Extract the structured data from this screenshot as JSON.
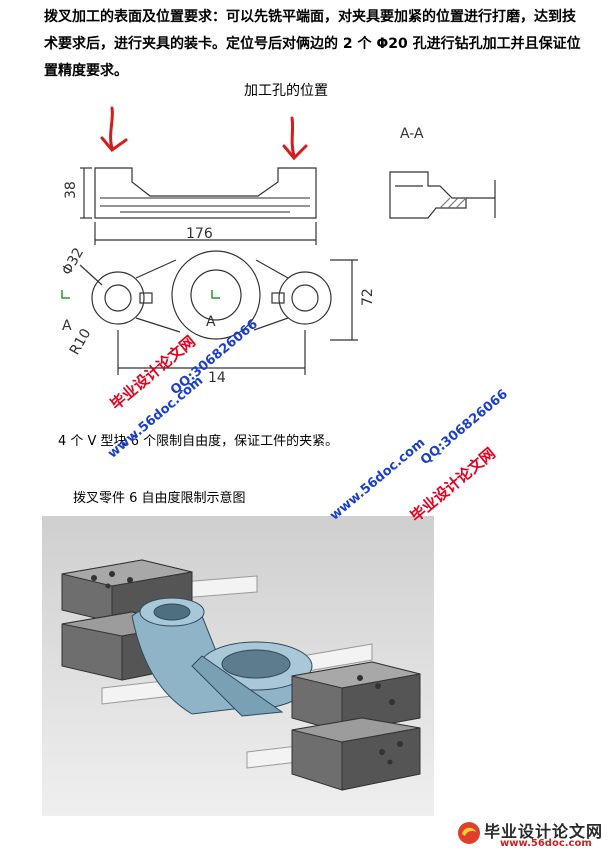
{
  "paragraph": "拨叉加工的表面及位置要求：可以先铣平端面，对夹具要加紧的位置进行打磨，达到技术要求后，进行夹具的装卡。定位号后对俩边的 2 个 Φ20 孔进行钻孔加工并且保证位置精度要求。",
  "figure_title": "加工孔的位置",
  "drawing": {
    "section_label": "A-A",
    "dim_height": "38",
    "dim_width": "176",
    "dim_dia": "Φ32",
    "dim_radius": "R10",
    "dim_72": "72",
    "dim_bottom": "14",
    "section_mark_left": "A",
    "section_mark_center": "A"
  },
  "caption_constraints": "4 个 V 型块 6 个限制自由度，保证工件的夹紧。",
  "caption_figure": "拨叉零件 6 自由度限制示意图",
  "watermarks": {
    "red_text": "毕业设计论文网",
    "blue_url": "www.56doc.com",
    "blue_qq": "QQ:306826066"
  },
  "footer": {
    "logo_text": "毕业设计论文网",
    "logo_url": "www.56doc.com"
  },
  "colors": {
    "watermark_red": "#e6001e",
    "watermark_blue": "#1a3fcf",
    "part_blue": "#8fb4c8",
    "block_gray": "#7a7a7a"
  }
}
